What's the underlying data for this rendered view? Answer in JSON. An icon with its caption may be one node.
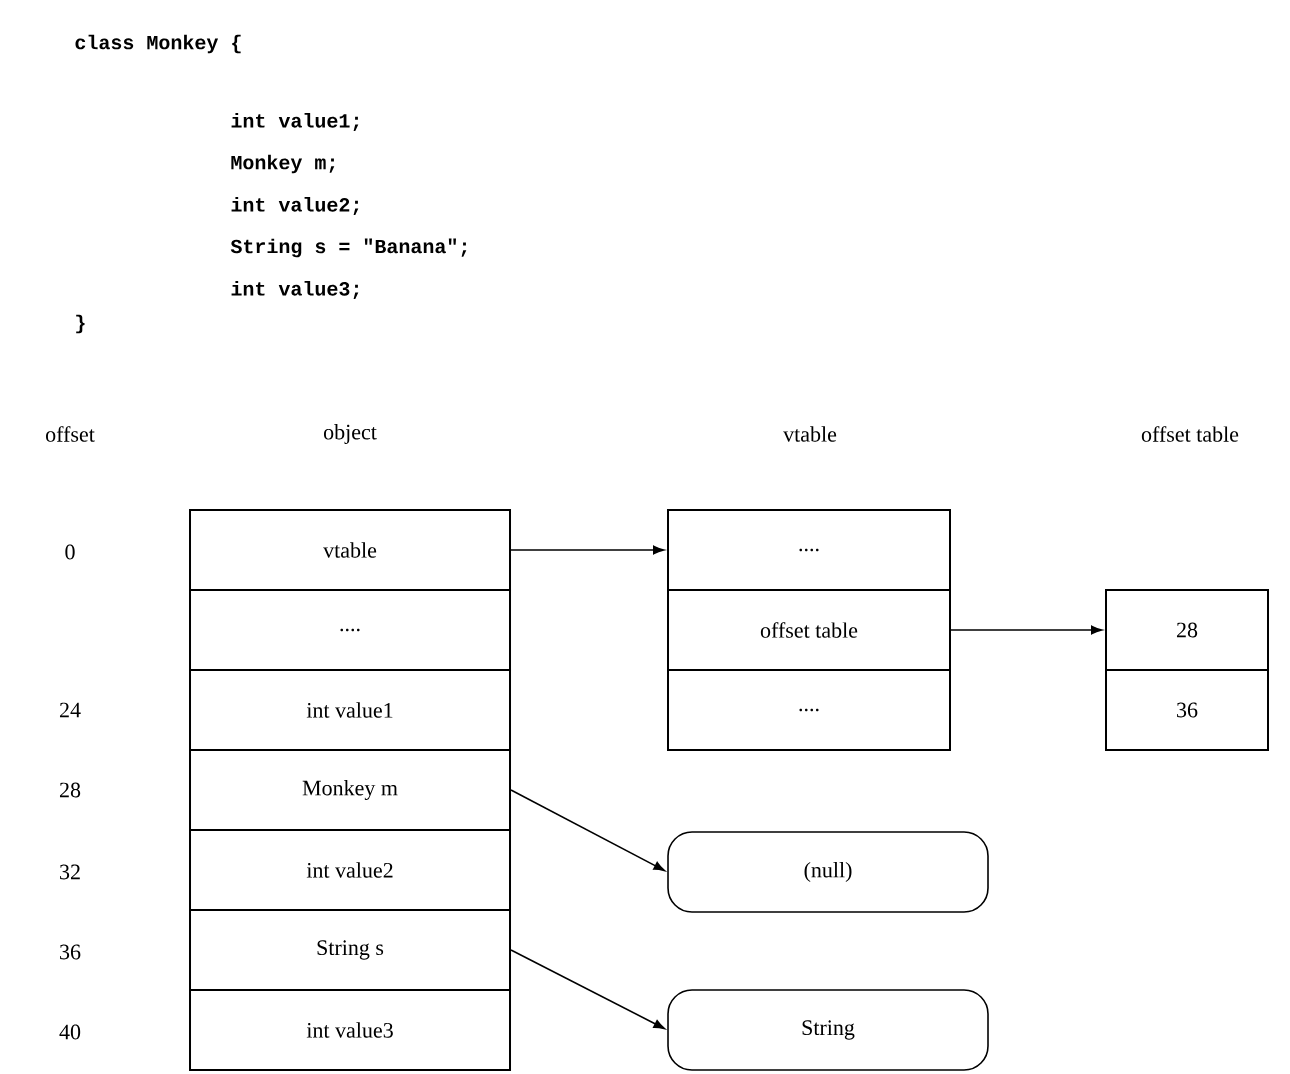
{
  "diagram": {
    "nodes": [
      {
        "text": [
          "vtable"
        ]
      },
      {
        "text": [
          "...."
        ]
      },
      {
        "text": [
          "int value1"
        ]
      },
      {
        "text": [
          "Monkey m"
        ]
      },
      {
        "text": [
          "int value2"
        ]
      },
      {
        "text": [
          "String s"
        ]
      },
      {
        "text": [
          "int value3"
        ]
      },
      {
        "text": [
          "...."
        ]
      },
      {
        "text": [
          "offset table"
        ]
      },
      {
        "text": [
          "...."
        ]
      },
      {
        "text": [
          "28"
        ]
      },
      {
        "text": [
          "36"
        ]
      },
      {
        "text": [
          "(null)"
        ]
      },
      {
        "text": [
          "String"
        ]
      }
    ],
    "edges": [
      {
        "from": 0,
        "to": 7,
        "arrow": "to"
      },
      {
        "from": 8,
        "to": 10,
        "arrow": "to"
      },
      {
        "from": 3,
        "to": 12,
        "arrow": "to"
      },
      {
        "from": 5,
        "to": 13,
        "arrow": "to"
      }
    ],
    "labels": [
      "class Monkey {",
      "int value1;",
      "Monkey m;",
      "int value2;",
      "String s = \"Banana\";",
      "int value3;",
      "}",
      "offset",
      "object",
      "vtable",
      "offset table",
      "0",
      "24",
      "28",
      "32",
      "36",
      "40"
    ]
  }
}
